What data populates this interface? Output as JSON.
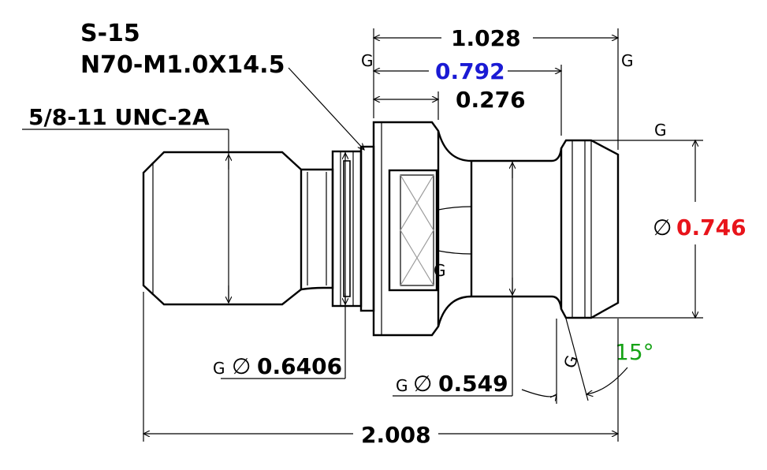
{
  "part": {
    "name": "S-15",
    "spec": "N70-M1.0X14.5",
    "thread": "5/8-11 UNC-2A"
  },
  "dimensions": {
    "overall_length": "2.008",
    "gauge_to_end": "1.028",
    "gauge_to_head": "0.792",
    "flange_width": "0.276",
    "head_diameter": "0.746",
    "flange_diameter": "0.6406",
    "neck_diameter": "0.549",
    "angle": "15°"
  },
  "symbols": {
    "gauge": "G",
    "diameter": "∅"
  },
  "colors": {
    "head_diameter": "#e8141b",
    "gauge_to_head": "#1a1ad4",
    "angle": "#17a317",
    "line": "#000000"
  }
}
